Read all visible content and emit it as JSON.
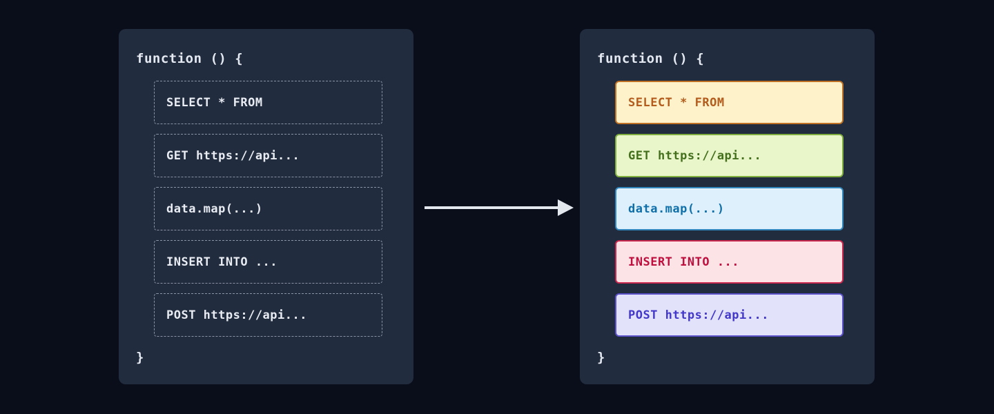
{
  "diagram": {
    "left_panel": {
      "header": "function () {",
      "footer": "}",
      "items": [
        {
          "label": "SELECT * FROM"
        },
        {
          "label": "GET https://api..."
        },
        {
          "label": "data.map(...)"
        },
        {
          "label": "INSERT INTO ..."
        },
        {
          "label": "POST https://api..."
        }
      ]
    },
    "right_panel": {
      "header": "function () {",
      "footer": "}",
      "items": [
        {
          "label": "SELECT * FROM",
          "bg": "#fdf2c9",
          "border": "#bf7226",
          "text": "#b35c1d"
        },
        {
          "label": "GET https://api...",
          "bg": "#e9f6c9",
          "border": "#7fae3e",
          "text": "#44701d"
        },
        {
          "label": "data.map(...)",
          "bg": "#def0fc",
          "border": "#3186bd",
          "text": "#0f6fa8"
        },
        {
          "label": "INSERT INTO ...",
          "bg": "#fce3e6",
          "border": "#c9274e",
          "text": "#bf0f3e"
        },
        {
          "label": "POST https://api...",
          "bg": "#e2e3fb",
          "border": "#5a50c8",
          "text": "#4338ca"
        }
      ]
    },
    "colors": {
      "page_bg": "#0a0e1a",
      "panel_bg": "#212c3e",
      "panel_text": "#e5eaf2",
      "dashed_border": "#8b95a6",
      "dashed_box_text": "#e9edf3",
      "arrow": "#e3e7ee"
    }
  }
}
